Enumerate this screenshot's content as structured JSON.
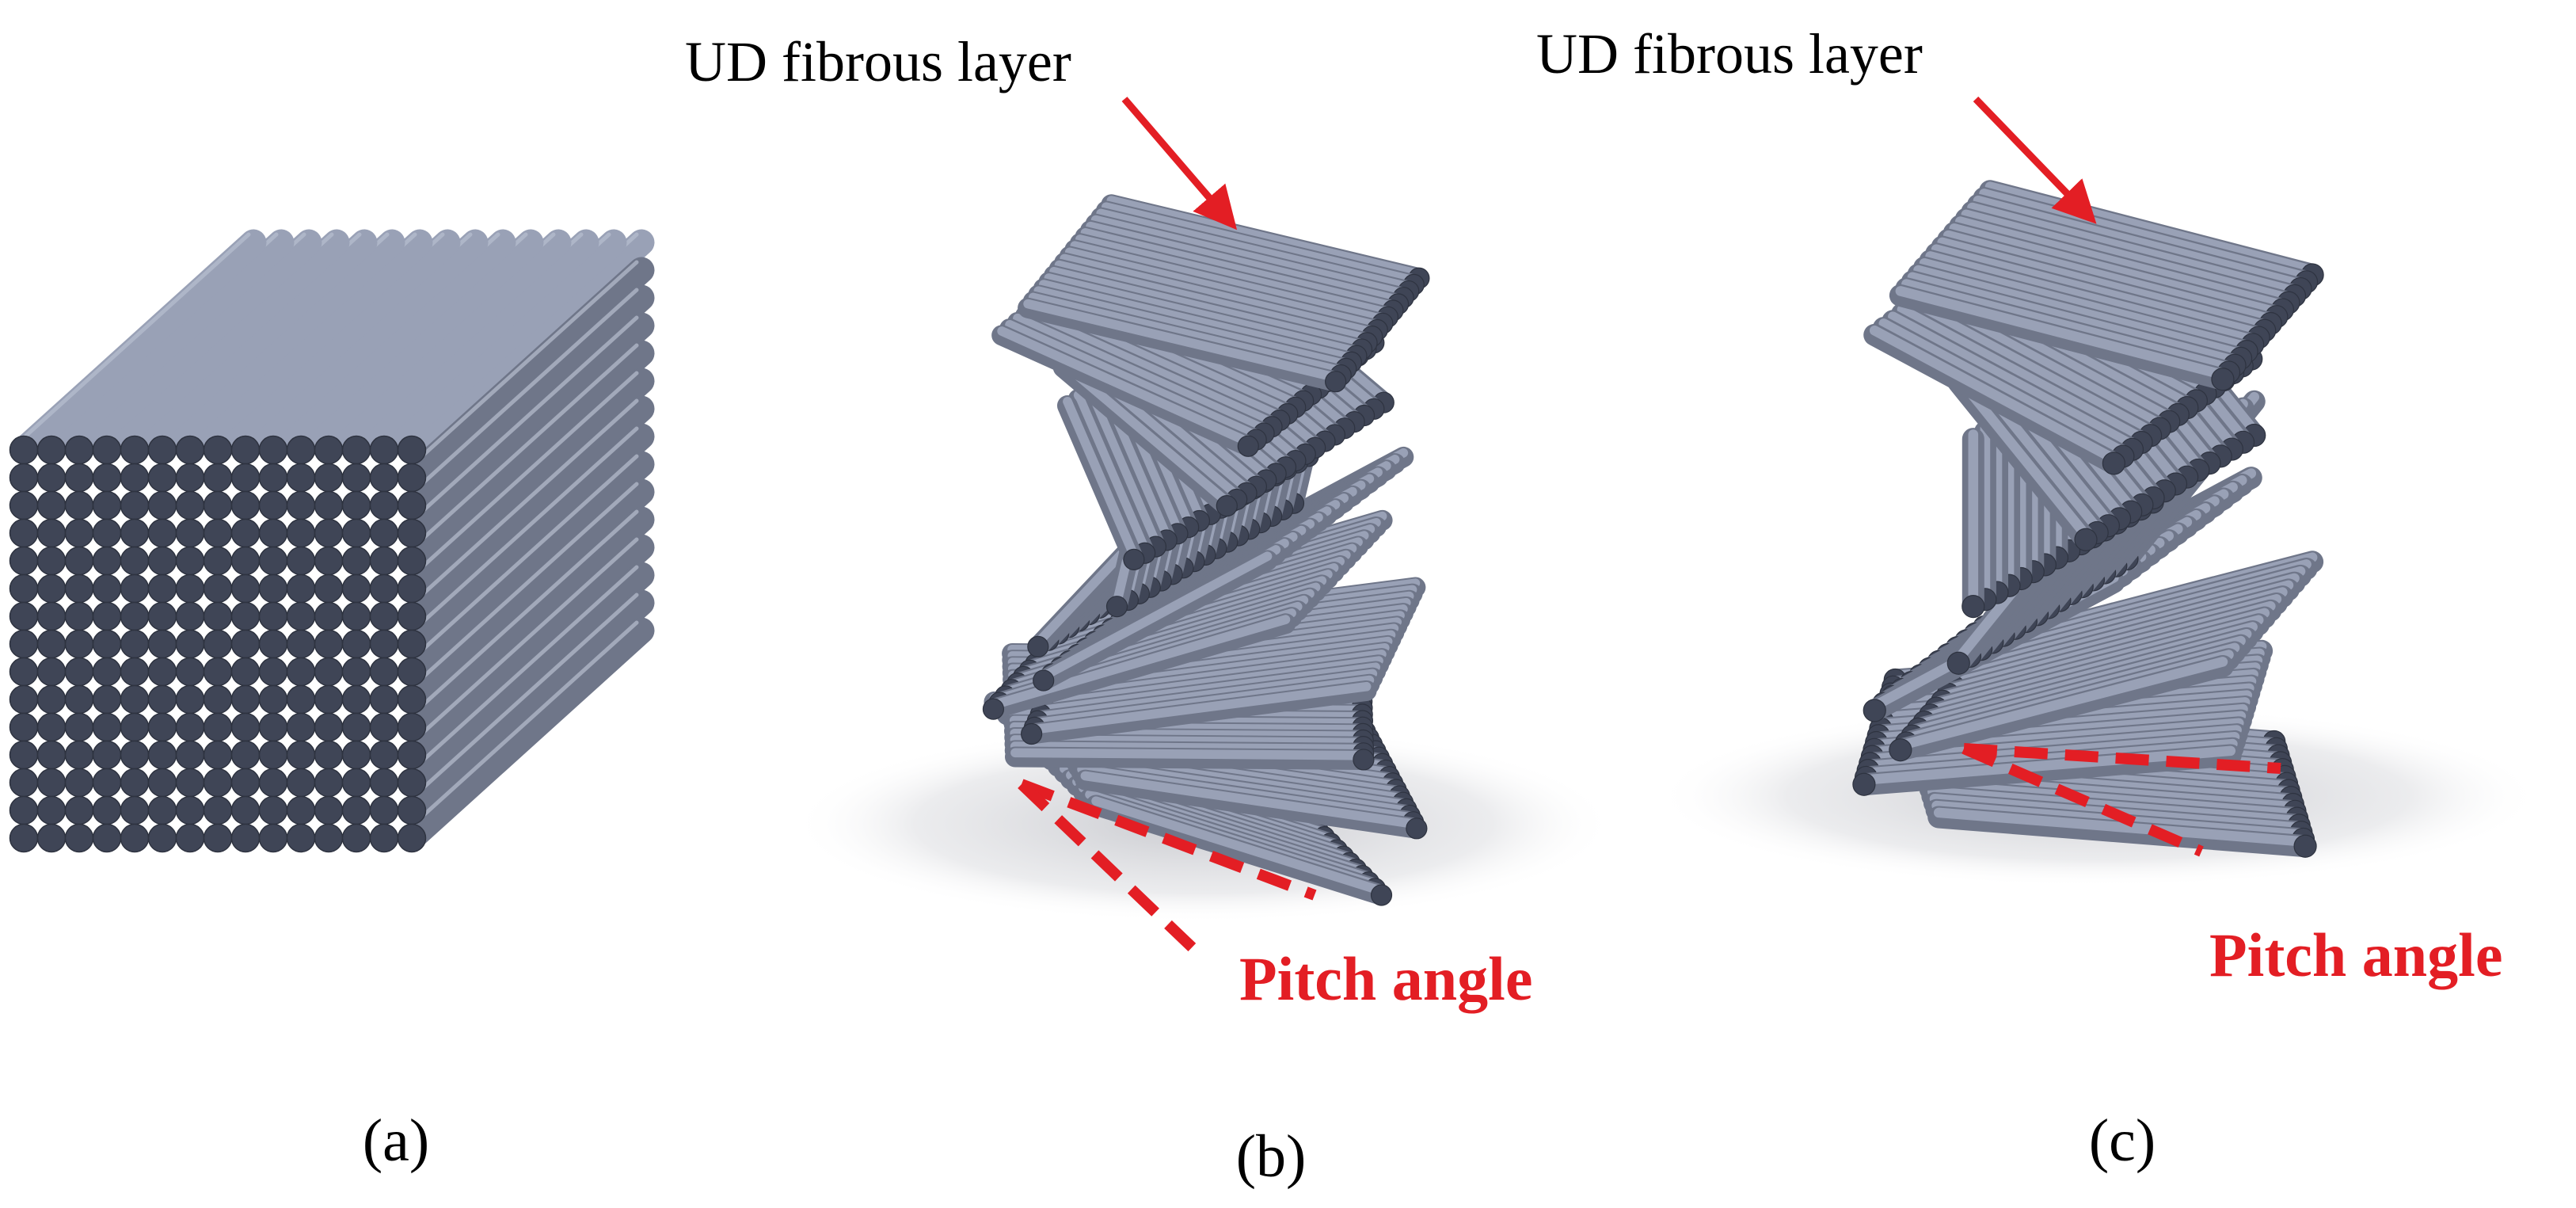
{
  "panels": [
    {
      "id": "a",
      "caption": "(a)",
      "structure": "unidirectional"
    },
    {
      "id": "b",
      "caption": "(b)",
      "structure": "helicoidal",
      "callout": "UD fibrous layer",
      "angle_label": "Pitch angle"
    },
    {
      "id": "c",
      "caption": "(c)",
      "structure": "helicoidal",
      "callout": "UD fibrous layer",
      "angle_label": "Pitch angle"
    }
  ],
  "colors": {
    "fiber_top": "#99a1b6",
    "fiber_dark": "#3f4556",
    "fiber_side": "#6f7689",
    "annotation": "#e31e24",
    "shadow": "#cfcfd3"
  }
}
